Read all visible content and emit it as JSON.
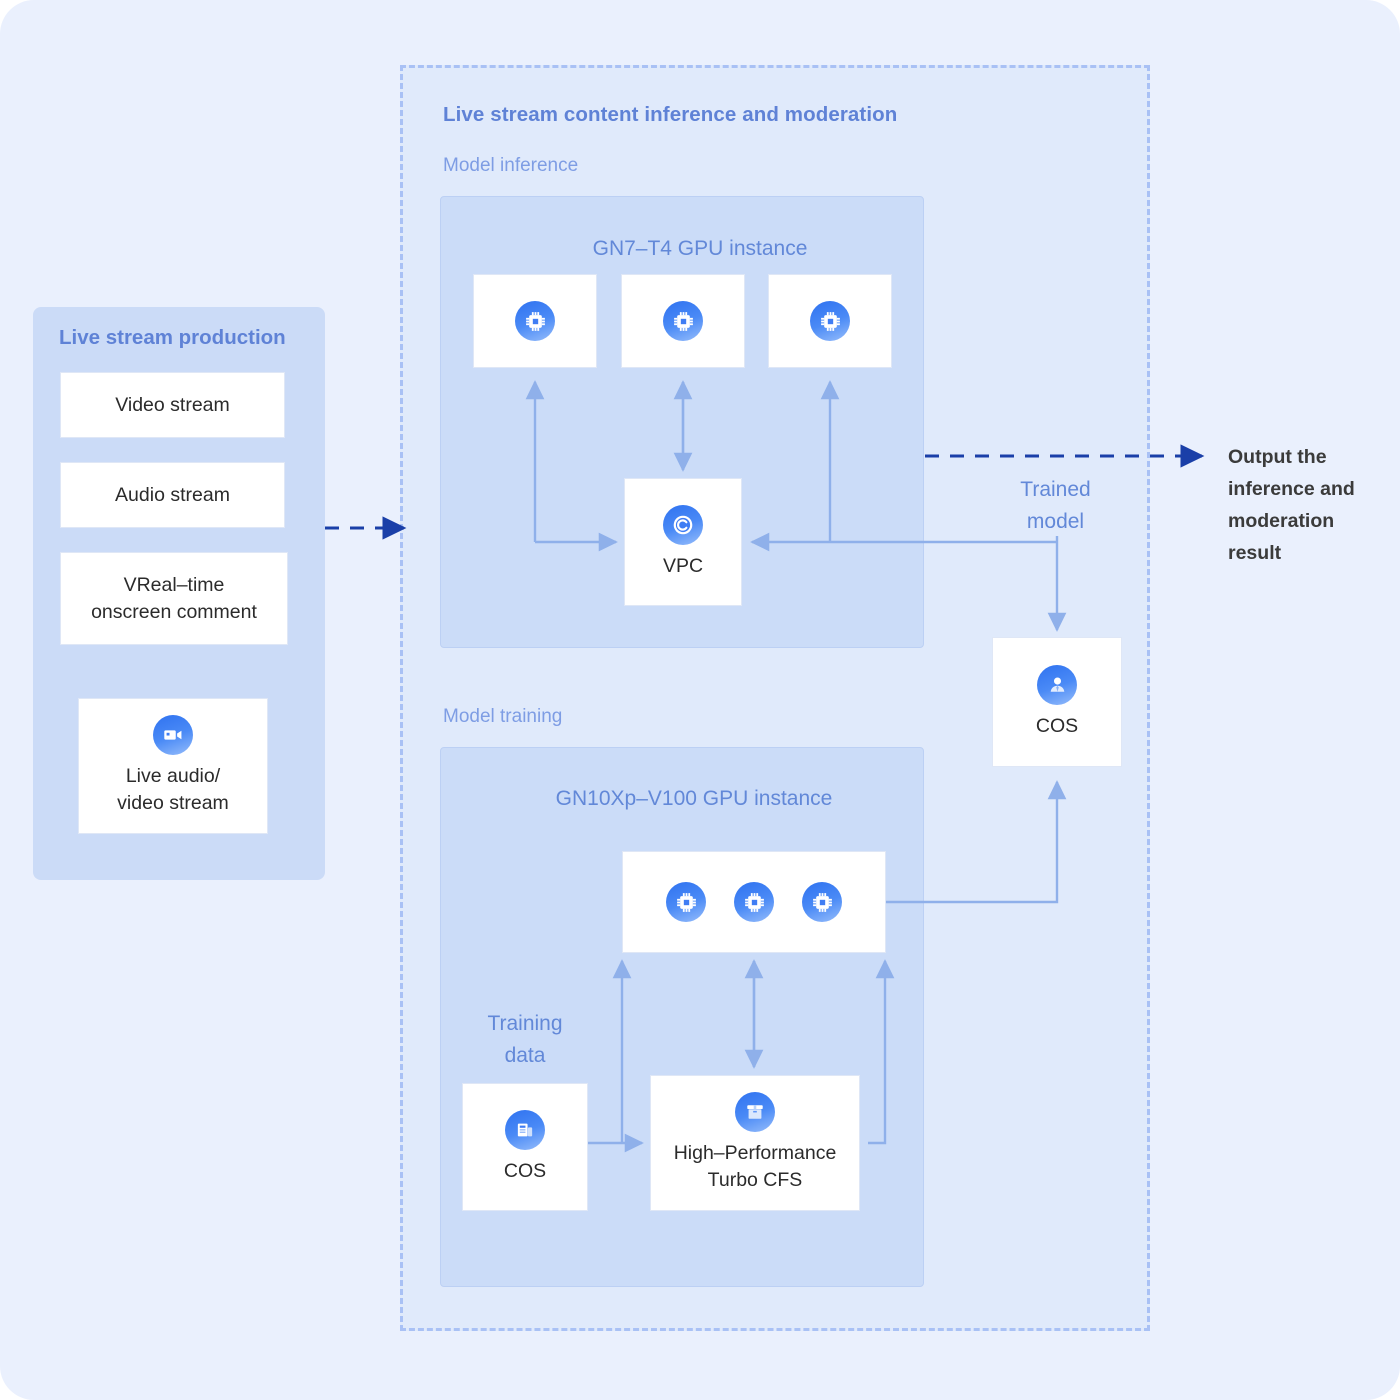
{
  "region": {
    "title": "Live stream content inference and moderation",
    "inference_sub": "Model inference",
    "training_sub": "Model training",
    "inference_heading": "GN7–T4 GPU instance",
    "training_heading": "GN10Xp–V100 GPU instance"
  },
  "production": {
    "title": "Live stream production",
    "cards": [
      {
        "label": "Video stream"
      },
      {
        "label": "Audio stream"
      },
      {
        "label": "VReal–time\nonscreen comment"
      },
      {
        "label": "Live audio/\nvideo stream",
        "icon": "video-camera-icon"
      }
    ]
  },
  "inference": {
    "gpus": [
      {
        "icon": "gpu-chip-icon"
      },
      {
        "icon": "gpu-chip-icon"
      },
      {
        "icon": "gpu-chip-icon"
      }
    ],
    "vpc": {
      "label": "VPC",
      "icon": "vpc-icon"
    }
  },
  "training": {
    "gpus": [
      {
        "icon": "gpu-chip-icon"
      },
      {
        "icon": "gpu-chip-icon"
      },
      {
        "icon": "gpu-chip-icon"
      }
    ],
    "cos": {
      "label": "COS",
      "icon": "cos-storage-icon"
    },
    "cfs": {
      "label": "High–Performance\nTurbo CFS",
      "icon": "cfs-box-icon"
    },
    "training_data_label": "Training\ndata"
  },
  "model_store": {
    "label": "COS",
    "icon": "cos-user-icon",
    "trained_model_label": "Trained\nmodel"
  },
  "output": {
    "label": "Output the inference and moderation result"
  },
  "colors": {
    "page_bg": "#eaf0fd",
    "region_bg": "#e0eafb",
    "region_border": "#a9c1f5",
    "panel_bg": "#cbdcf8",
    "production_bg": "#cbdbf7",
    "title_blue": "#5f82d6",
    "sub_blue": "#7e9de4",
    "label_blue": "#6288d8",
    "wire_blue": "#8fb0ea",
    "dashed_arrow": "#1a3fa8",
    "icon_blue": "#2f72f0",
    "card_white": "#ffffff",
    "text_dark": "#2b2b2b"
  }
}
